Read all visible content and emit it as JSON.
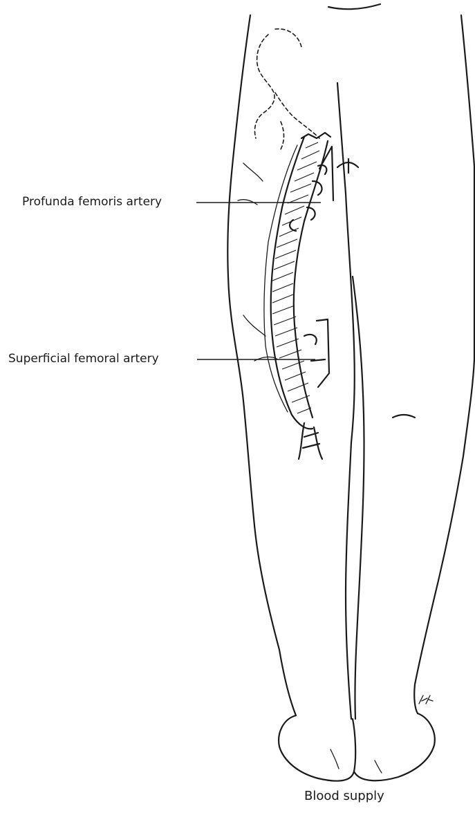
{
  "labels": {
    "profunda": "Profunda femoris artery",
    "superficial": "Superficial femoral artery"
  },
  "caption": "Blood supply",
  "colors": {
    "ink": "#1a1a1a",
    "background": "#ffffff"
  }
}
